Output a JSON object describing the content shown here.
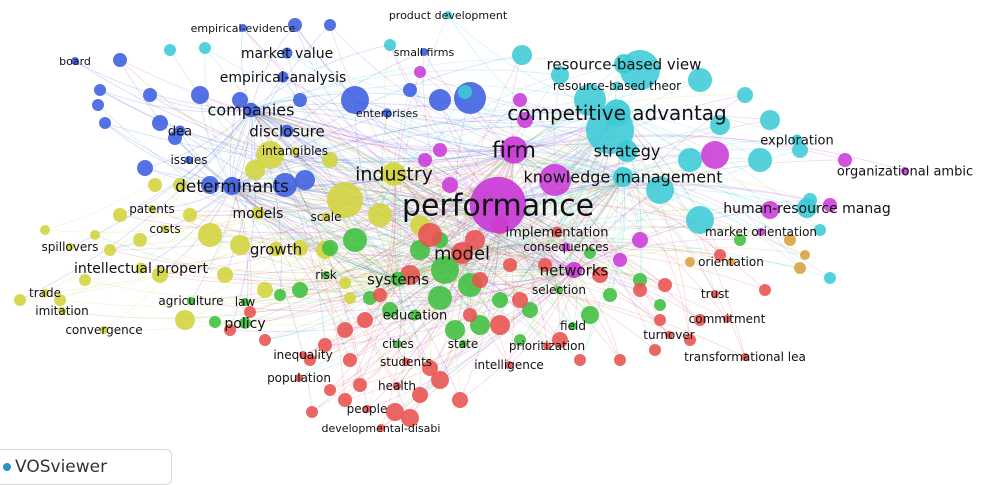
{
  "app": {
    "brand_label": "VOSviewer"
  },
  "colors": {
    "red": "#e8524f",
    "green": "#3fbf3f",
    "blue": "#3c5ee0",
    "yellow": "#d2d43c",
    "magenta": "#c93ad8",
    "cyan": "#3ccbd6",
    "orange": "#d9a03e"
  },
  "nodes": [
    {
      "label": "performance",
      "cluster": "magenta",
      "weight": 10
    },
    {
      "label": "firm",
      "cluster": "magenta",
      "weight": 7
    },
    {
      "label": "competitive advantag",
      "cluster": "cyan",
      "weight": 6
    },
    {
      "label": "resource-based view",
      "cluster": "cyan",
      "weight": 5
    },
    {
      "label": "resource-based theor",
      "cluster": "cyan",
      "weight": 3
    },
    {
      "label": "knowledge management",
      "cluster": "cyan",
      "weight": 5
    },
    {
      "label": "strategy",
      "cluster": "cyan",
      "weight": 5
    },
    {
      "label": "exploration",
      "cluster": "cyan",
      "weight": 3
    },
    {
      "label": "organizational ambic",
      "cluster": "magenta",
      "weight": 2
    },
    {
      "label": "human-resource manag",
      "cluster": "cyan",
      "weight": 4
    },
    {
      "label": "market orientation",
      "cluster": "magenta",
      "weight": 3
    },
    {
      "label": "orientation",
      "cluster": "orange",
      "weight": 2
    },
    {
      "label": "industry",
      "cluster": "yellow",
      "weight": 6
    },
    {
      "label": "determinants",
      "cluster": "blue",
      "weight": 5
    },
    {
      "label": "companies",
      "cluster": "blue",
      "weight": 4
    },
    {
      "label": "disclosure",
      "cluster": "blue",
      "weight": 4
    },
    {
      "label": "market value",
      "cluster": "blue",
      "weight": 3
    },
    {
      "label": "empirical-analysis",
      "cluster": "blue",
      "weight": 3
    },
    {
      "label": "empirical-evidence",
      "cluster": "blue",
      "weight": 2
    },
    {
      "label": "product development",
      "cluster": "cyan",
      "weight": 2
    },
    {
      "label": "small firms",
      "cluster": "blue",
      "weight": 2
    },
    {
      "label": "board",
      "cluster": "blue",
      "weight": 2
    },
    {
      "label": "enterprises",
      "cluster": "blue",
      "weight": 2
    },
    {
      "label": "dea",
      "cluster": "blue",
      "weight": 2
    },
    {
      "label": "intangibles",
      "cluster": "yellow",
      "weight": 2
    },
    {
      "label": "issues",
      "cluster": "blue",
      "weight": 2
    },
    {
      "label": "patents",
      "cluster": "yellow",
      "weight": 2
    },
    {
      "label": "costs",
      "cluster": "yellow",
      "weight": 2
    },
    {
      "label": "models",
      "cluster": "yellow",
      "weight": 3
    },
    {
      "label": "scale",
      "cluster": "yellow",
      "weight": 2
    },
    {
      "label": "spillovers",
      "cluster": "yellow",
      "weight": 2
    },
    {
      "label": "growth",
      "cluster": "yellow",
      "weight": 4
    },
    {
      "label": "intellectual propert",
      "cluster": "yellow",
      "weight": 3
    },
    {
      "label": "trade",
      "cluster": "yellow",
      "weight": 2
    },
    {
      "label": "imitation",
      "cluster": "yellow",
      "weight": 2
    },
    {
      "label": "convergence",
      "cluster": "yellow",
      "weight": 2
    },
    {
      "label": "agriculture",
      "cluster": "green",
      "weight": 2
    },
    {
      "label": "law",
      "cluster": "green",
      "weight": 2
    },
    {
      "label": "policy",
      "cluster": "green",
      "weight": 3
    },
    {
      "label": "risk",
      "cluster": "green",
      "weight": 2
    },
    {
      "label": "systems",
      "cluster": "green",
      "weight": 4
    },
    {
      "label": "model",
      "cluster": "red",
      "weight": 5
    },
    {
      "label": "implementation",
      "cluster": "red",
      "weight": 3
    },
    {
      "label": "consequences",
      "cluster": "magenta",
      "weight": 2
    },
    {
      "label": "networks",
      "cluster": "magenta",
      "weight": 4
    },
    {
      "label": "selection",
      "cluster": "green",
      "weight": 2
    },
    {
      "label": "trust",
      "cluster": "red",
      "weight": 2
    },
    {
      "label": "commitment",
      "cluster": "red",
      "weight": 2
    },
    {
      "label": "turnover",
      "cluster": "red",
      "weight": 2
    },
    {
      "label": "transformational lea",
      "cluster": "red",
      "weight": 2
    },
    {
      "label": "education",
      "cluster": "green",
      "weight": 3
    },
    {
      "label": "field",
      "cluster": "green",
      "weight": 2
    },
    {
      "label": "cities",
      "cluster": "green",
      "weight": 2
    },
    {
      "label": "state",
      "cluster": "green",
      "weight": 2
    },
    {
      "label": "prioritization",
      "cluster": "red",
      "weight": 2
    },
    {
      "label": "inequality",
      "cluster": "red",
      "weight": 2
    },
    {
      "label": "students",
      "cluster": "red",
      "weight": 2
    },
    {
      "label": "intelligence",
      "cluster": "red",
      "weight": 2
    },
    {
      "label": "population",
      "cluster": "red",
      "weight": 2
    },
    {
      "label": "health",
      "cluster": "red",
      "weight": 2
    },
    {
      "label": "people",
      "cluster": "red",
      "weight": 2
    },
    {
      "label": "developmental-disabi",
      "cluster": "red",
      "weight": 2
    }
  ]
}
